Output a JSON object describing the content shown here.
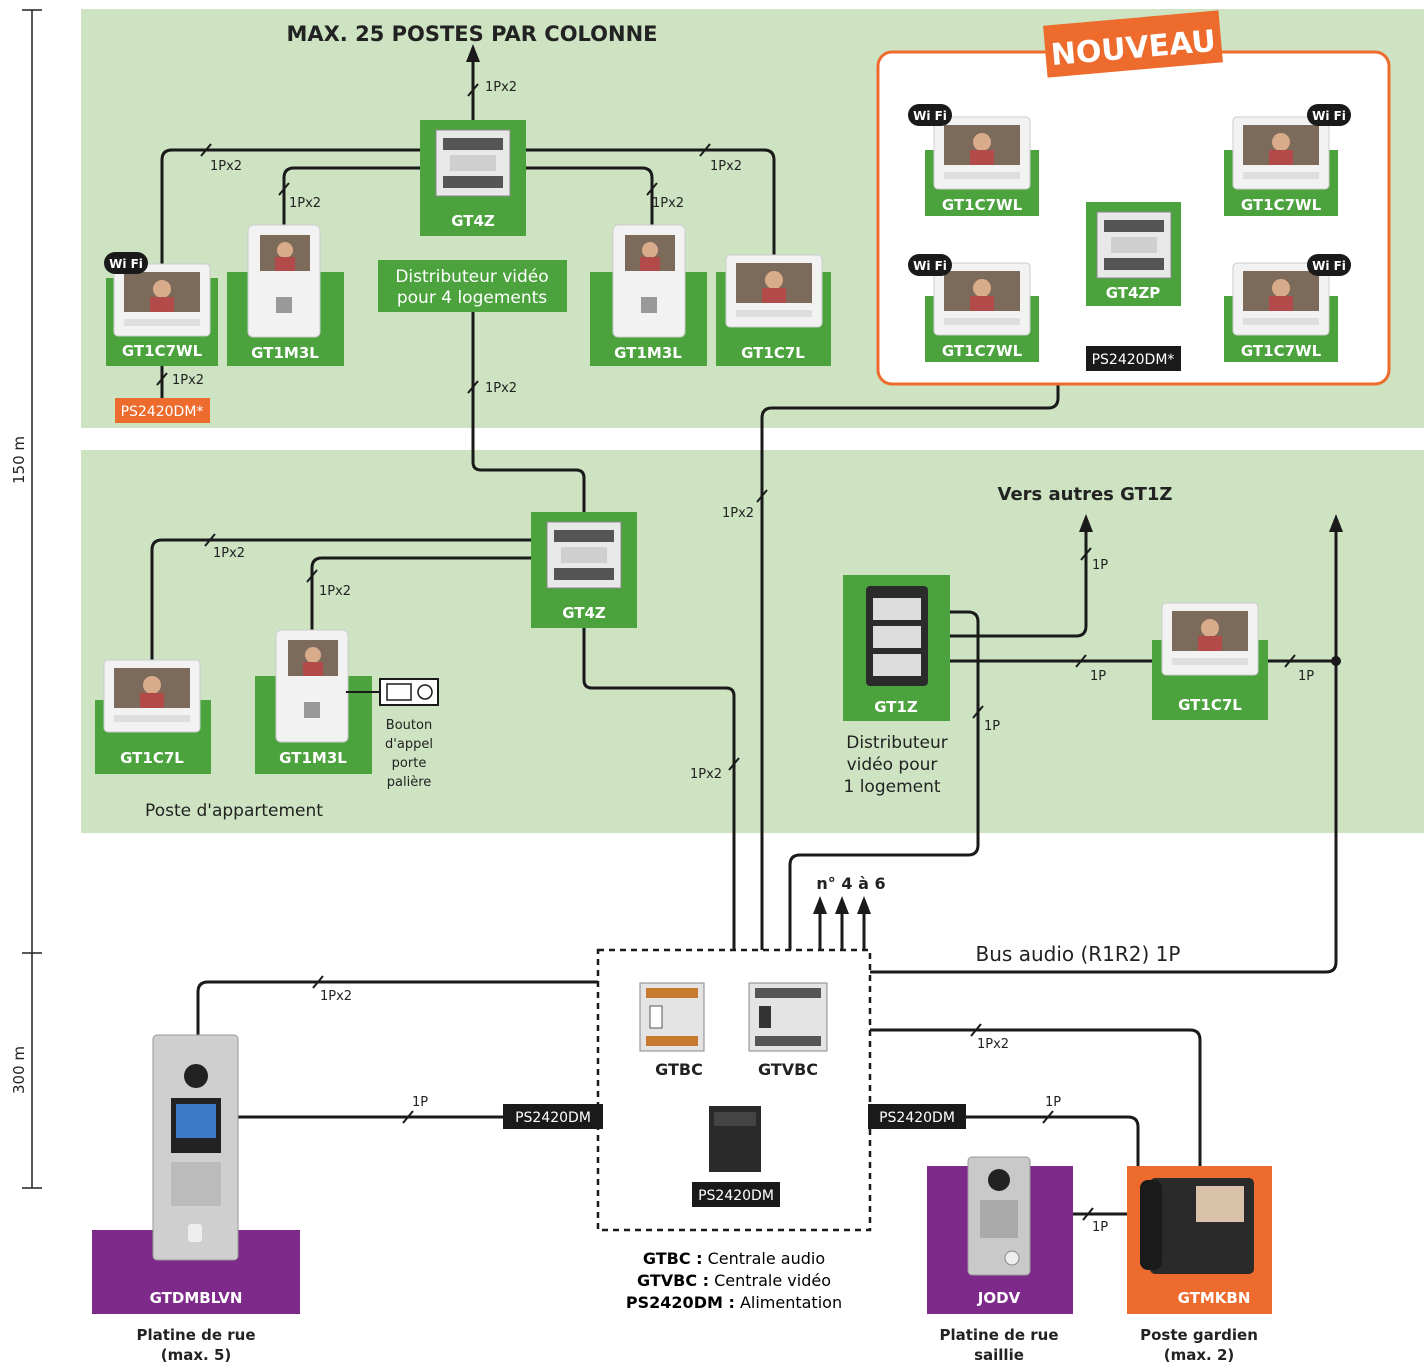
{
  "scale": {
    "top": "150 m",
    "bottom": "300 m"
  },
  "titles": {
    "max_posts": "MAX. 25 POSTES PAR COLONNE",
    "new_badge": "NOUVEAU",
    "other_gt1z": "Vers autres GT1Z",
    "bus_audio": "Bus audio (R1R2) 1P",
    "nums": "n° 4 à 6"
  },
  "wire_labels": {
    "p2": "1Px2",
    "p1": "1P"
  },
  "devices": {
    "gt4z": "GT4Z",
    "gt4zp": "GT4ZP",
    "gt1c7wl": "GT1C7WL",
    "gt1m3l": "GT1M3L",
    "gt1c7l": "GT1C7L",
    "gt1z": "GT1Z",
    "ps_star": "PS2420DM*",
    "ps": "PS2420DM",
    "gtbc": "GTBC",
    "gtvbc": "GTVBC",
    "gtdmblvn": "GTDMBLVN",
    "jodv": "JODV",
    "gtmkbn": "GTMKBN",
    "wifi": "Wi Fi"
  },
  "captions": {
    "dist4_l1": "Distributeur vidéo",
    "dist4_l2": "pour 4 logements",
    "dist1_l1": "Distributeur",
    "dist1_l2": "vidéo pour",
    "dist1_l3": "1 logement",
    "apt": "Poste d'appartement",
    "btn_l1": "Bouton",
    "btn_l2": "d'appel",
    "btn_l3": "porte",
    "btn_l4": "palière",
    "plat1_l1": "Platine de rue",
    "plat1_l2": "(max. 5)",
    "plat2_l1": "Platine de rue",
    "plat2_l2": "saillie",
    "poste_l1": "Poste gardien",
    "poste_l2": "(max. 2)"
  },
  "legend": [
    {
      "key": "GTBC :",
      "val": " Centrale audio"
    },
    {
      "key": "GTVBC :",
      "val": " Centrale vidéo"
    },
    {
      "key": "PS2420DM :",
      "val": " Alimentation"
    }
  ],
  "colors": {
    "green_zone": "#cde3c2",
    "green": "#4ca33e",
    "orange": "#ee6b2e",
    "purple": "#7d2a8a",
    "black": "#1a1a1a"
  }
}
